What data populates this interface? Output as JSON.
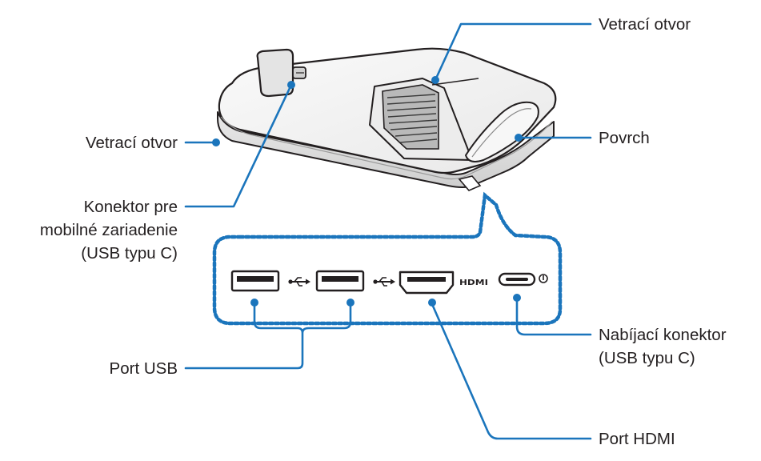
{
  "labels": {
    "vent_top": "Vetrací otvor",
    "vent_left": "Vetrací otvor",
    "surface": "Povrch",
    "mobile_connector": [
      "Konektor pre",
      "mobilné zariadenie",
      "(USB typu C)"
    ],
    "usb_port": "Port USB",
    "charging_connector": [
      "Nabíjací konektor",
      "(USB typu C)"
    ],
    "hdmi_port": "Port HDMI"
  },
  "port_marks": {
    "hdmi": "HDMI"
  },
  "icons": [
    "usb-icon",
    "usb-icon",
    "hdmi-port-icon",
    "usb-c-port-icon",
    "power-icon"
  ],
  "colors": {
    "callout": "#1b75bc",
    "dotted_frame": "#1b75bc",
    "outline": "#231f20",
    "text": "#231f20",
    "device_body": "#f4f4f4",
    "device_shade": "#d6d6d6"
  }
}
